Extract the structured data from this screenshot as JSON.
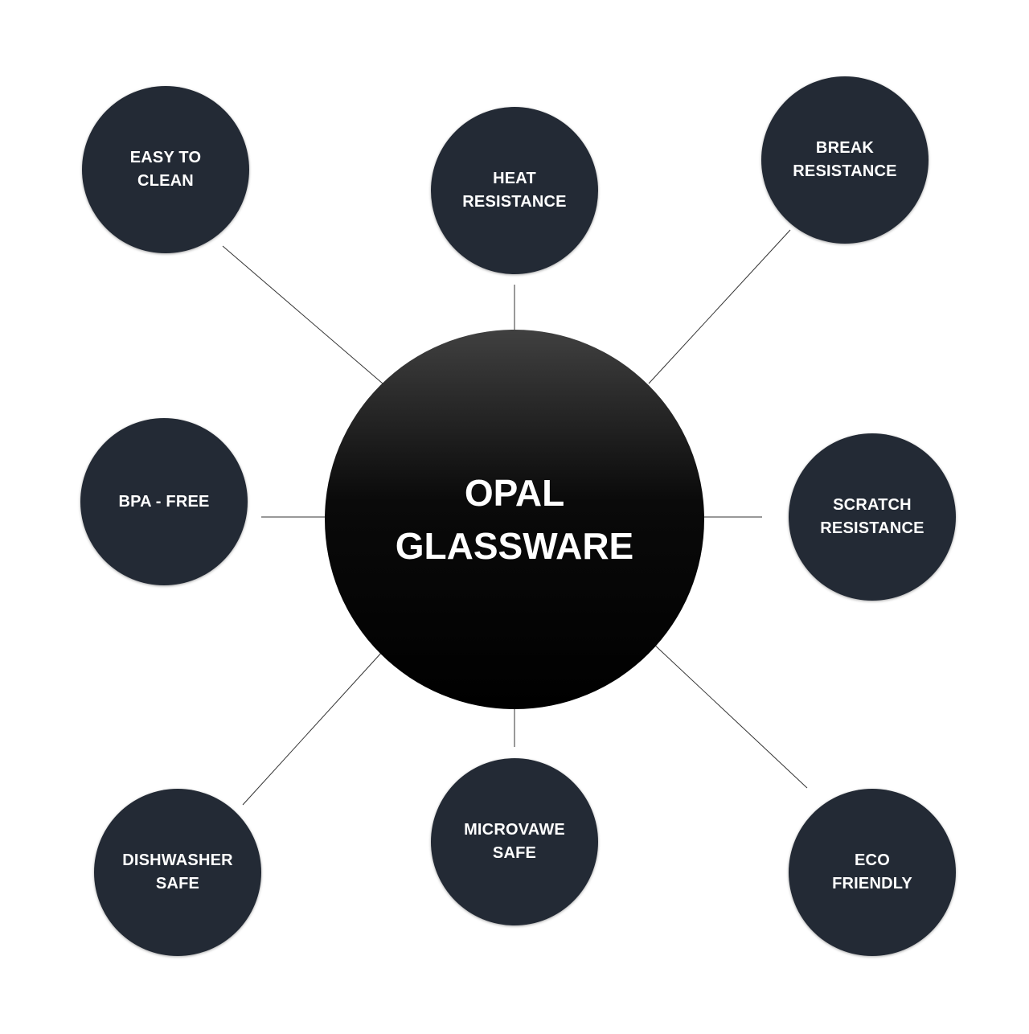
{
  "center": {
    "label": "OPAL\nGLASSWARE",
    "color": "#000000"
  },
  "features": [
    {
      "id": "easy-to-clean",
      "label": "EASY TO\nCLEAN"
    },
    {
      "id": "heat-resistance",
      "label": "HEAT\nRESISTANCE"
    },
    {
      "id": "break-resistance",
      "label": "BREAK\nRESISTANCE"
    },
    {
      "id": "bpa-free",
      "label": "BPA - FREE"
    },
    {
      "id": "scratch-resistance",
      "label": "SCRATCH\nRESISTANCE"
    },
    {
      "id": "dishwasher-safe",
      "label": "DISHWASHER\nSAFE"
    },
    {
      "id": "microwave-safe",
      "label": "MICROVAWE\nSAFE"
    },
    {
      "id": "eco-friendly",
      "label": "ECO\nFRIENDLY"
    }
  ],
  "colors": {
    "feature_circle": "#232a35",
    "connector": "#333333",
    "text": "#ffffff"
  }
}
